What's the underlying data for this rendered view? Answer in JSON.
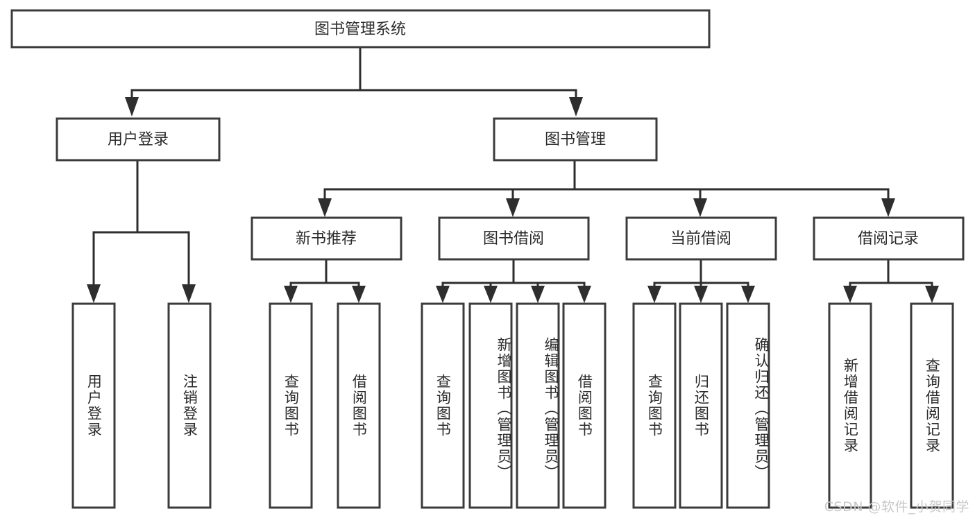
{
  "diagram": {
    "title": "图书管理系统",
    "watermark": "CSDN @软件_小贺同学",
    "colors": {
      "box_stroke": "#3b3b3b",
      "connector": "#2e2e2e",
      "text": "#2b2b2b",
      "background": "#ffffff",
      "watermark": "#c9c9c9"
    },
    "root": {
      "label": "图书管理系统"
    },
    "level2": [
      {
        "label": "用户登录"
      },
      {
        "label": "图书管理"
      }
    ],
    "level3": [
      {
        "label": "新书推荐"
      },
      {
        "label": "图书借阅"
      },
      {
        "label": "当前借阅"
      },
      {
        "label": "借阅记录"
      }
    ],
    "leaves": {
      "user_login": [
        {
          "label": "用户登录"
        },
        {
          "label": "注销登录"
        }
      ],
      "new_book_recommend": [
        {
          "label": "查询图书"
        },
        {
          "label": "借阅图书"
        }
      ],
      "book_borrow": [
        {
          "label": "查询图书"
        },
        {
          "label": "新增图书（管理员）"
        },
        {
          "label": "编辑图书（管理员）"
        },
        {
          "label": "借阅图书"
        }
      ],
      "current_borrow": [
        {
          "label": "查询图书"
        },
        {
          "label": "归还图书"
        },
        {
          "label": "确认归还（管理员）"
        }
      ],
      "borrow_record": [
        {
          "label": "新增借阅记录"
        },
        {
          "label": "查询借阅记录"
        }
      ]
    }
  }
}
